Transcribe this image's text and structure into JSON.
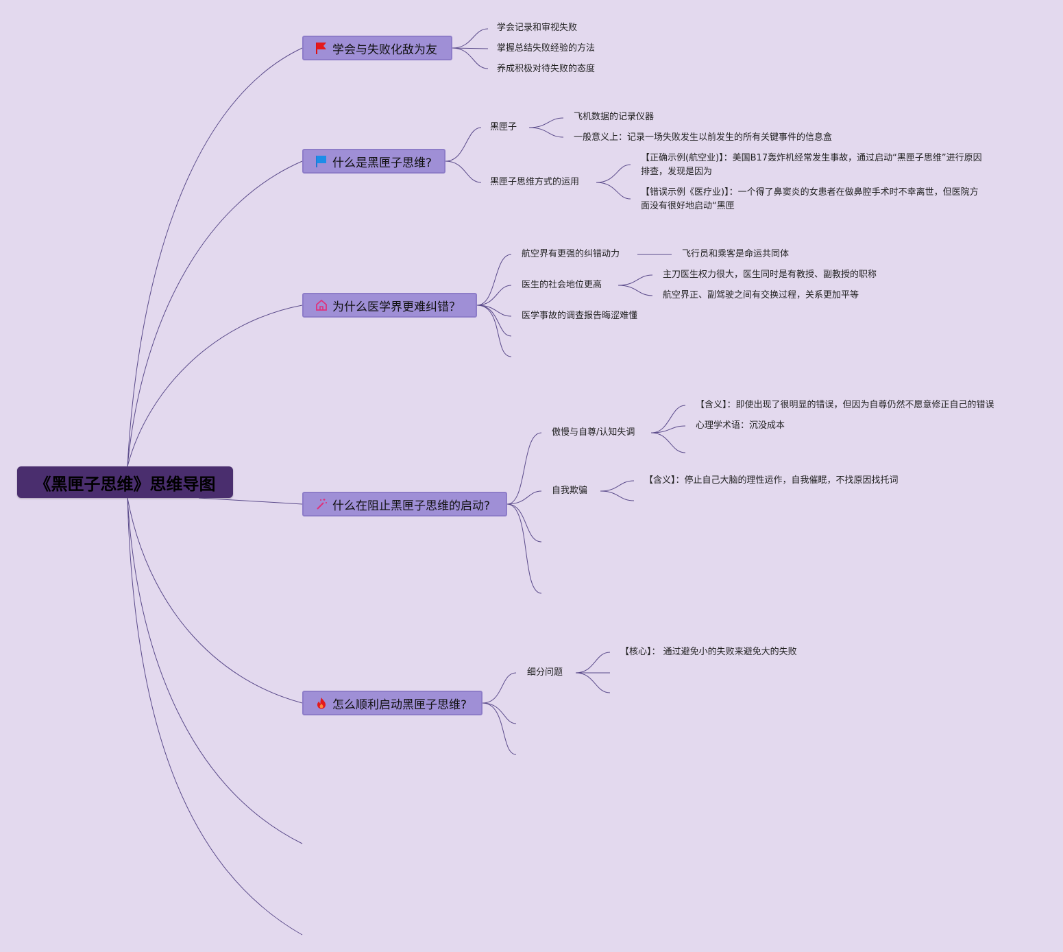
{
  "root": {
    "title": "《黑匣子思维》思维导图"
  },
  "colors": {
    "background": "#e3d9ee",
    "root_fill": "#4a2e6e",
    "branch_fill": "#9f8fd6",
    "line": "#5a4a8a"
  },
  "branches": [
    {
      "icon": "red-flag-icon",
      "label": "学会与失败化敌为友",
      "children": [
        "学会记录和审视失败",
        "掌握总结失败经验的方法",
        "养成积极对待失败的态度"
      ]
    },
    {
      "icon": "blue-flag-icon",
      "label": "什么是黑匣子思维?",
      "children": [
        {
          "label": "黑匣子",
          "children": [
            "飞机数据的记录仪器",
            "一般意义上：记录一场失败发生以前发生的所有关键事件的信息盒"
          ]
        },
        {
          "label": "黑匣子思维方式的运用",
          "children": [
            "【正确示例(航空业)】：美国B17轰炸机经常发生事故，通过启动“黑匣子思维”进行原因排查，发现是因为",
            "【错误示例《医疗业)】：一个得了鼻窦炎的女患者在做鼻腔手术时不幸离世，但医院方面没有很好地启动“黑匣"
          ]
        }
      ]
    },
    {
      "icon": "home-icon",
      "label": "为什么医学界更难纠错？",
      "children": [
        {
          "label": "航空界有更强的纠错动力",
          "children": [
            "飞行员和乘客是命运共同体"
          ]
        },
        {
          "label": "医生的社会地位更高",
          "children": [
            "主刀医生权力很大，医生同时是有教授、副教授的职称",
            "航空界正、副驾驶之间有交换过程，关系更加平等"
          ]
        },
        {
          "label": "医学事故的调查报告晦涩难懂"
        }
      ]
    },
    {
      "icon": "magic-wand-icon",
      "label": "什么在阻止黑匣子思维的启动?",
      "children": [
        {
          "label": "傲慢与自尊/认知失调",
          "children": [
            "【含义】：即使出现了很明显的错误，但因为自尊仍然不愿意修正自己的错误",
            "心理学术语：沉没成本"
          ]
        },
        {
          "label": "自我欺骗",
          "children": [
            "【含义】：停止自己大脑的理性运作，自我催眠，不找原因找托词"
          ]
        }
      ]
    },
    {
      "icon": "fire-icon",
      "label": "怎么顺利启动黑匣子思维?",
      "children": [
        {
          "label": "细分问题",
          "children": [
            "【核心】： 通过避免小的失败来避免大的失败"
          ]
        }
      ]
    }
  ]
}
